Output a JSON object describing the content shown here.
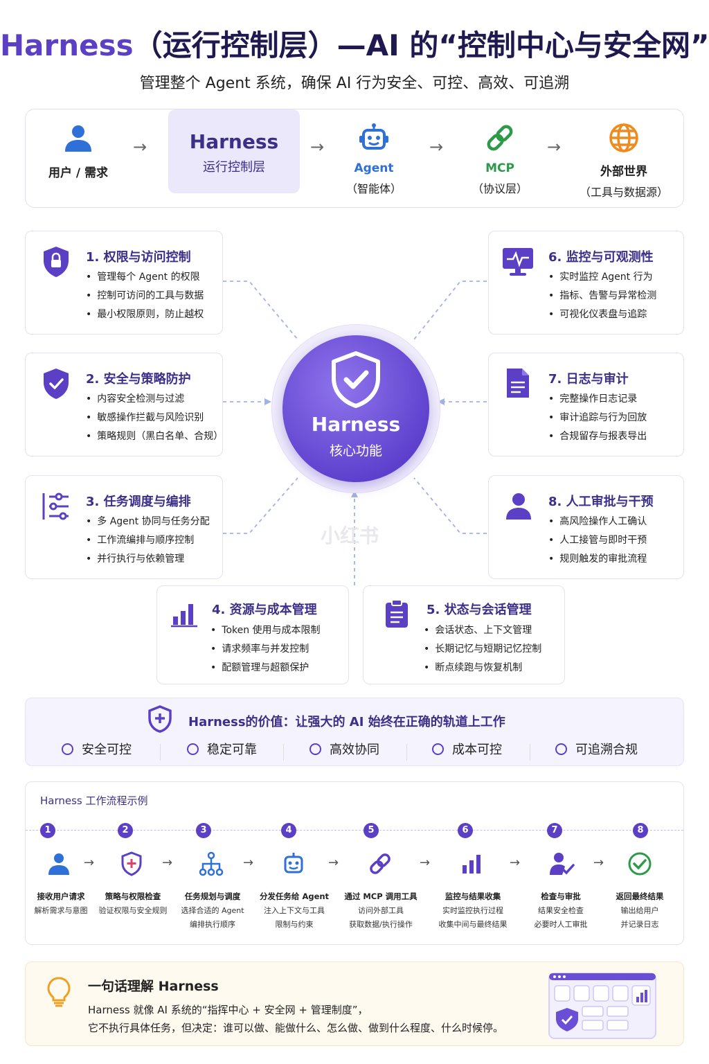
{
  "header": {
    "title_accent": "Harness",
    "title_rest": "（运行控制层）—AI 的“控制中心与安全网”",
    "subtitle": "管理整个 Agent 系统，确保 AI 行为安全、可控、高效、可追溯"
  },
  "flow": {
    "user_label": "用户 / 需求",
    "harness_title": "Harness",
    "harness_sub": "运行控制层",
    "agent_label": "Agent",
    "agent_sub": "（智能体）",
    "mcp_label": "MCP",
    "mcp_sub": "（协议层）",
    "world_label": "外部世界",
    "world_sub": "（工具与数据源）",
    "arrow": "→",
    "colors": {
      "agent": "#2f6fd8",
      "mcp": "#2c9a49",
      "world": "#f08a1c"
    }
  },
  "center": {
    "title": "Harness",
    "subtitle": "核心功能"
  },
  "cards": [
    {
      "title": "1. 权限与访问控制",
      "items": [
        "管理每个 Agent 的权限",
        "控制可访问的工具与数据",
        "最小权限原则，防止越权"
      ],
      "icon": "shield-lock-icon"
    },
    {
      "title": "2. 安全与策略防护",
      "items": [
        "内容安全检测与过滤",
        "敏感操作拦截与风险识别",
        "策略规则（黑白名单、合规）"
      ],
      "icon": "shield-check-icon"
    },
    {
      "title": "3. 任务调度与编排",
      "items": [
        "多 Agent 协同与任务分配",
        "工作流编排与顺序控制",
        "并行执行与依赖管理"
      ],
      "icon": "sliders-icon"
    },
    {
      "title": "4. 资源与成本管理",
      "items": [
        "Token 使用与成本限制",
        "请求频率与并发控制",
        "配额管理与超额保护"
      ],
      "icon": "bar-chart-icon"
    },
    {
      "title": "5. 状态与会话管理",
      "items": [
        "会话状态、上下文管理",
        "长期记忆与短期记忆控制",
        "断点续跑与恢复机制"
      ],
      "icon": "clipboard-icon"
    },
    {
      "title": "6. 监控与可观测性",
      "items": [
        "实时监控 Agent 行为",
        "指标、告警与异常检测",
        "可视化仪表盘与追踪"
      ],
      "icon": "monitor-icon"
    },
    {
      "title": "7. 日志与审计",
      "items": [
        "完整操作日志记录",
        "审计追踪与行为回放",
        "合规留存与报表导出"
      ],
      "icon": "document-icon"
    },
    {
      "title": "8. 人工审批与干预",
      "items": [
        "高风险操作人工确认",
        "人工接管与即时干预",
        "规则触发的审批流程"
      ],
      "icon": "person-icon"
    }
  ],
  "value": {
    "title": "Harness的价值：让强大的 AI 始终在正确的轨道上工作",
    "items": [
      "安全可控",
      "稳定可靠",
      "高效协同",
      "成本可控",
      "可追溯合规"
    ]
  },
  "workflow": {
    "title": "Harness 工作流程示例",
    "steps": [
      {
        "num": "1",
        "title": "接收用户请求",
        "desc": [
          "解析需求与意图"
        ],
        "icon": "user-icon"
      },
      {
        "num": "2",
        "title": "策略与权限检查",
        "desc": [
          "验证权限与安全规则"
        ],
        "icon": "shield-plus-icon"
      },
      {
        "num": "3",
        "title": "任务规划与调度",
        "desc": [
          "选择合适的 Agent",
          "编排执行顺序"
        ],
        "icon": "hierarchy-icon"
      },
      {
        "num": "4",
        "title": "分发任务给 Agent",
        "desc": [
          "注入上下文与工具",
          "限制与约束"
        ],
        "icon": "robot-icon"
      },
      {
        "num": "5",
        "title": "通过 MCP 调用工具",
        "desc": [
          "访问外部工具",
          "获取数据/执行操作"
        ],
        "icon": "link-icon"
      },
      {
        "num": "6",
        "title": "监控与结果收集",
        "desc": [
          "实时监控执行过程",
          "收集中间与最终结果"
        ],
        "icon": "bar-chart-icon"
      },
      {
        "num": "7",
        "title": "检查与审批",
        "desc": [
          "结果安全检查",
          "必要时人工审批"
        ],
        "icon": "user-check-icon"
      },
      {
        "num": "8",
        "title": "返回最终结果",
        "desc": [
          "输出给用户",
          "并记录日志"
        ],
        "icon": "check-circle-icon"
      }
    ]
  },
  "summary": {
    "title": "一句话理解 Harness",
    "line1": "Harness 就像 AI 系统的“指挥中心 + 安全网 + 管理制度”，",
    "line2": "它不执行具体任务，但决定：谁可以做、能做什么、怎么做、做到什么程度、什么时候停。"
  },
  "watermark": "小红书",
  "accent_color": "#5b3fc4"
}
